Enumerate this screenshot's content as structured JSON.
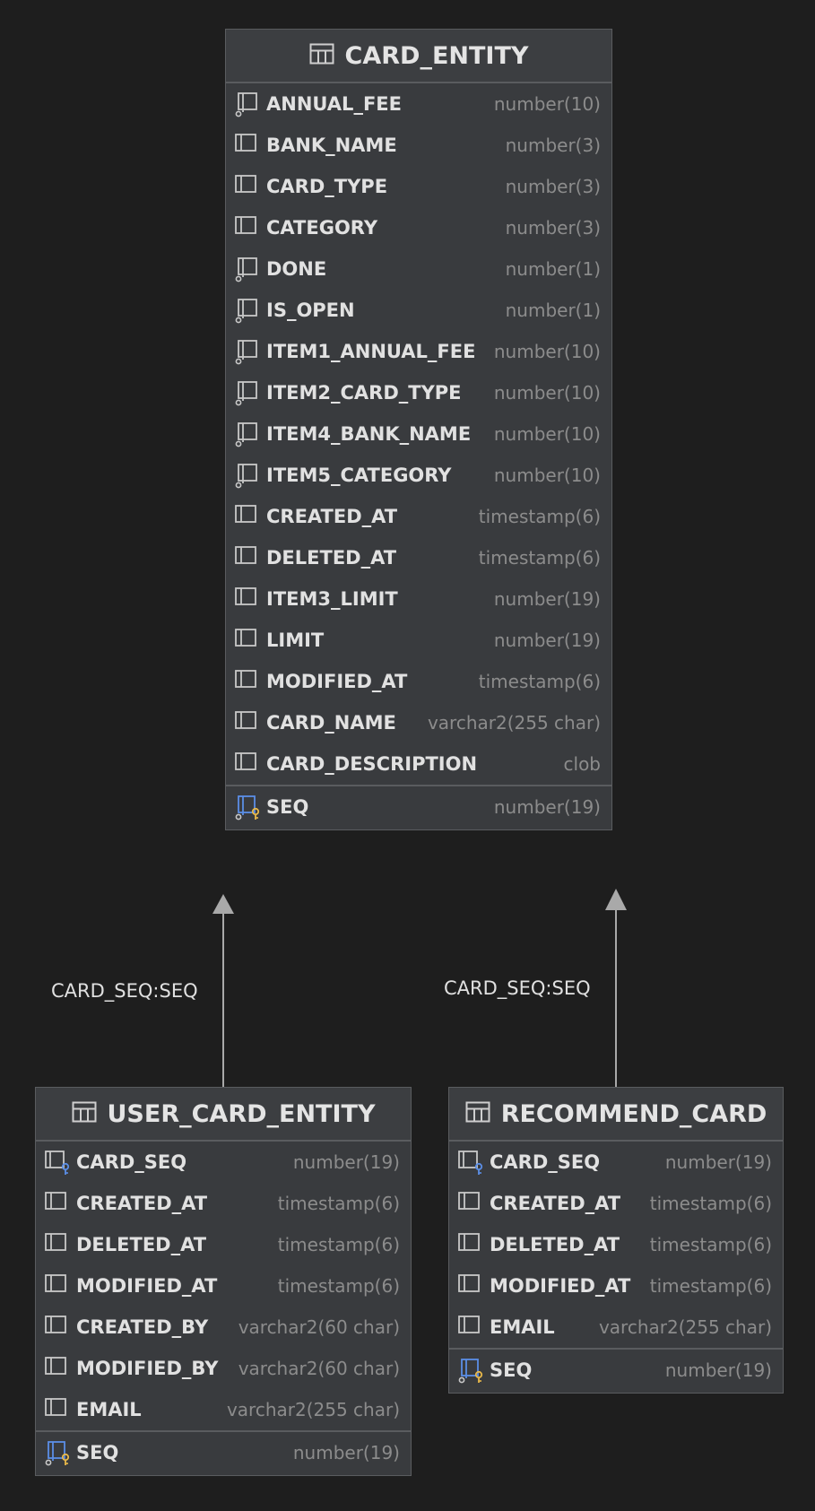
{
  "entities": {
    "card_entity": {
      "name": "CARD_ENTITY",
      "columns": [
        {
          "name": "ANNUAL_FEE",
          "type": "number(10)",
          "icon": "fk-column-icon"
        },
        {
          "name": "BANK_NAME",
          "type": "number(3)",
          "icon": "column-icon"
        },
        {
          "name": "CARD_TYPE",
          "type": "number(3)",
          "icon": "column-icon"
        },
        {
          "name": "CATEGORY",
          "type": "number(3)",
          "icon": "column-icon"
        },
        {
          "name": "DONE",
          "type": "number(1)",
          "icon": "fk-column-icon"
        },
        {
          "name": "IS_OPEN",
          "type": "number(1)",
          "icon": "fk-column-icon"
        },
        {
          "name": "ITEM1_ANNUAL_FEE",
          "type": "number(10)",
          "icon": "fk-column-icon"
        },
        {
          "name": "ITEM2_CARD_TYPE",
          "type": "number(10)",
          "icon": "fk-column-icon"
        },
        {
          "name": "ITEM4_BANK_NAME",
          "type": "number(10)",
          "icon": "fk-column-icon"
        },
        {
          "name": "ITEM5_CATEGORY",
          "type": "number(10)",
          "icon": "fk-column-icon"
        },
        {
          "name": "CREATED_AT",
          "type": "timestamp(6)",
          "icon": "column-icon"
        },
        {
          "name": "DELETED_AT",
          "type": "timestamp(6)",
          "icon": "column-icon"
        },
        {
          "name": "ITEM3_LIMIT",
          "type": "number(19)",
          "icon": "column-icon"
        },
        {
          "name": "LIMIT",
          "type": "number(19)",
          "icon": "column-icon"
        },
        {
          "name": "MODIFIED_AT",
          "type": "timestamp(6)",
          "icon": "column-icon"
        },
        {
          "name": "CARD_NAME",
          "type": "varchar2(255 char)",
          "icon": "column-icon"
        },
        {
          "name": "CARD_DESCRIPTION",
          "type": "clob",
          "icon": "column-icon"
        }
      ],
      "pk": {
        "name": "SEQ",
        "type": "number(19)",
        "icon": "pk-column-icon"
      }
    },
    "user_card_entity": {
      "name": "USER_CARD_ENTITY",
      "columns": [
        {
          "name": "CARD_SEQ",
          "type": "number(19)",
          "icon": "fk-key-column-icon"
        },
        {
          "name": "CREATED_AT",
          "type": "timestamp(6)",
          "icon": "column-icon"
        },
        {
          "name": "DELETED_AT",
          "type": "timestamp(6)",
          "icon": "column-icon"
        },
        {
          "name": "MODIFIED_AT",
          "type": "timestamp(6)",
          "icon": "column-icon"
        },
        {
          "name": "CREATED_BY",
          "type": "varchar2(60 char)",
          "icon": "column-icon"
        },
        {
          "name": "MODIFIED_BY",
          "type": "varchar2(60 char)",
          "icon": "column-icon"
        },
        {
          "name": "EMAIL",
          "type": "varchar2(255 char)",
          "icon": "column-icon"
        }
      ],
      "pk": {
        "name": "SEQ",
        "type": "number(19)",
        "icon": "pk-column-icon"
      }
    },
    "recommend_card": {
      "name": "RECOMMEND_CARD",
      "columns": [
        {
          "name": "CARD_SEQ",
          "type": "number(19)",
          "icon": "fk-key-column-icon"
        },
        {
          "name": "CREATED_AT",
          "type": "timestamp(6)",
          "icon": "column-icon"
        },
        {
          "name": "DELETED_AT",
          "type": "timestamp(6)",
          "icon": "column-icon"
        },
        {
          "name": "MODIFIED_AT",
          "type": "timestamp(6)",
          "icon": "column-icon"
        },
        {
          "name": "EMAIL",
          "type": "varchar2(255 char)",
          "icon": "column-icon"
        }
      ],
      "pk": {
        "name": "SEQ",
        "type": "number(19)",
        "icon": "pk-column-icon"
      }
    }
  },
  "relations": [
    {
      "label": "CARD_SEQ:SEQ",
      "from": "USER_CARD_ENTITY",
      "to": "CARD_ENTITY"
    },
    {
      "label": "CARD_SEQ:SEQ",
      "from": "RECOMMEND_CARD",
      "to": "CARD_ENTITY"
    }
  ],
  "colors": {
    "background": "#1e1e1e",
    "table_body": "#393b3e",
    "border": "#5a5c5f",
    "type_text": "#8c8c8c",
    "key_gold": "#e8b84a",
    "key_blue": "#5b8ee6"
  }
}
